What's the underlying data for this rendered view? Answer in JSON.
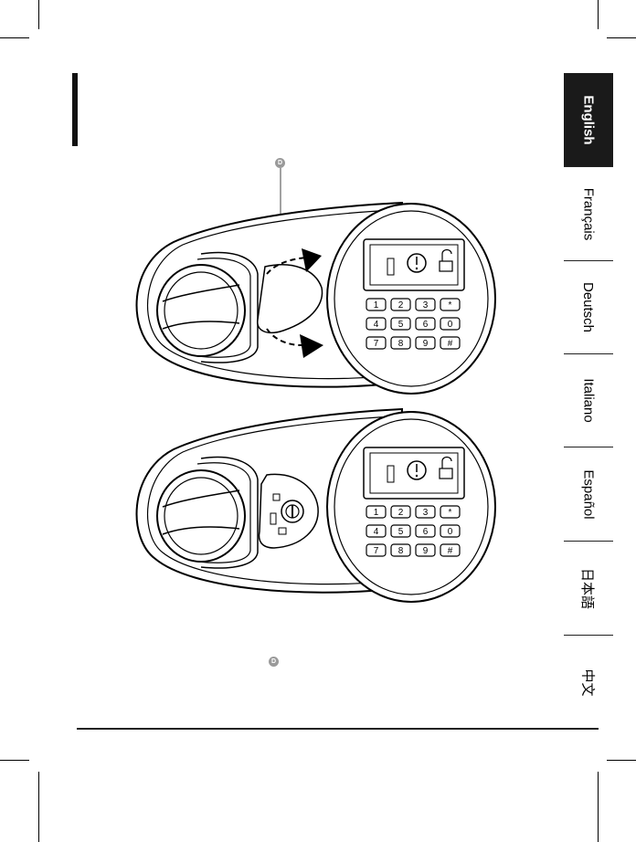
{
  "section_marker": {
    "color": "#111111"
  },
  "callouts": {
    "top": {
      "label": "D"
    },
    "inline": {
      "label": "D"
    }
  },
  "illustrations": {
    "keypad_keys": [
      "1",
      "2",
      "3",
      "*",
      "4",
      "5",
      "6",
      "0",
      "7",
      "8",
      "9",
      "#"
    ],
    "top_figure": {
      "name": "safe-lock-cover-open",
      "arrows": "curved-open-arrows"
    },
    "bottom_figure": {
      "name": "safe-lock-override-keyhole"
    }
  },
  "language_tabs": [
    {
      "label": "English",
      "active": true
    },
    {
      "label": "Français",
      "active": false
    },
    {
      "label": "Deutsch",
      "active": false
    },
    {
      "label": "Italiano",
      "active": false
    },
    {
      "label": "Español",
      "active": false
    },
    {
      "label": "日本語",
      "active": false
    },
    {
      "label": "中文",
      "active": false
    }
  ],
  "colors": {
    "tab_active_bg": "#1a1a1a",
    "tab_active_text": "#ffffff",
    "callout": "#9a9a9a"
  }
}
